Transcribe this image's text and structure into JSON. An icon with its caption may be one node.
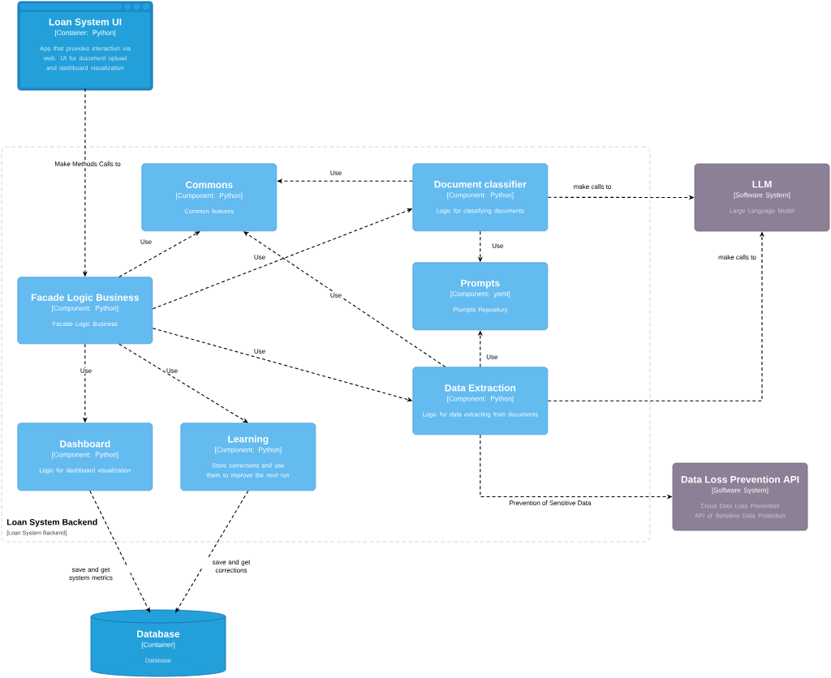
{
  "diagram": {
    "nodes": [
      {
        "text": [
          "Loan System UI",
          "[Container: Python]",
          "App that provides interaction via web. UI for document upload and dashboard visualization"
        ]
      },
      {
        "text": [
          "Loan System Backend",
          "[Loan System Backend]"
        ]
      },
      {
        "text": [
          "Commons",
          "[Component: Python]",
          "Common features"
        ],
        "in": 1
      },
      {
        "text": [
          "Document classifier",
          "[Component: Python]",
          "Logic for classifying documents"
        ],
        "in": 1
      },
      {
        "text": [
          "Facade Logic Business",
          "[Component: Python]",
          "Facade Logic Business"
        ],
        "in": 1
      },
      {
        "text": [
          "Prompts",
          "[Component: yaml]",
          "Prompts Repository"
        ],
        "in": 1
      },
      {
        "text": [
          "Data Extraction",
          "[Component: Python]",
          "Logic for data extracting from documents"
        ],
        "in": 1
      },
      {
        "text": [
          "Dashboard",
          "[Component: Python]",
          "Logic for dashboard visualization"
        ],
        "in": 1
      },
      {
        "text": [
          "Learning",
          "[Component: Python]",
          "Store corrections and use them to improve the next run"
        ],
        "in": 1
      },
      {
        "text": [
          "LLM",
          "[Software System]",
          "Large Language Model"
        ]
      },
      {
        "text": [
          "Data Loss Prevention API",
          "[Software System]",
          "Cloud Data Loss Prevention API of Sensitive Data Protection"
        ]
      },
      {
        "text": [
          "Database",
          "[Container]",
          "Database"
        ]
      }
    ],
    "edges": [
      {
        "from": 0,
        "to": 4,
        "arrow": "to",
        "label": "Make Methods Calls to"
      },
      {
        "from": 3,
        "to": 2,
        "arrow": "to",
        "label": "Use"
      },
      {
        "from": 4,
        "to": 2,
        "arrow": "to",
        "label": "Use"
      },
      {
        "from": 4,
        "to": 3,
        "arrow": "to",
        "label": "Use"
      },
      {
        "from": 6,
        "to": 2,
        "arrow": "to",
        "label": "Use"
      },
      {
        "from": 3,
        "to": 5,
        "arrow": "to",
        "label": "Use"
      },
      {
        "from": 6,
        "to": 5,
        "arrow": "to",
        "label": "Use"
      },
      {
        "from": 4,
        "to": 6,
        "arrow": "to",
        "label": "Use"
      },
      {
        "from": 4,
        "to": 7,
        "arrow": "to",
        "label": "Use"
      },
      {
        "from": 4,
        "to": 8,
        "arrow": "to",
        "label": "Use"
      },
      {
        "from": 3,
        "to": 9,
        "arrow": "to",
        "label": "make calls to"
      },
      {
        "from": 6,
        "to": 9,
        "arrow": "to",
        "label": "make calls to"
      },
      {
        "from": 6,
        "to": 10,
        "arrow": "to",
        "label": "Prevention of Sensitive Data"
      },
      {
        "from": 7,
        "to": 11,
        "arrow": "to",
        "label": "save and get system metrics"
      },
      {
        "from": 8,
        "to": 11,
        "arrow": "to",
        "label": "save and get corrections"
      }
    ]
  }
}
